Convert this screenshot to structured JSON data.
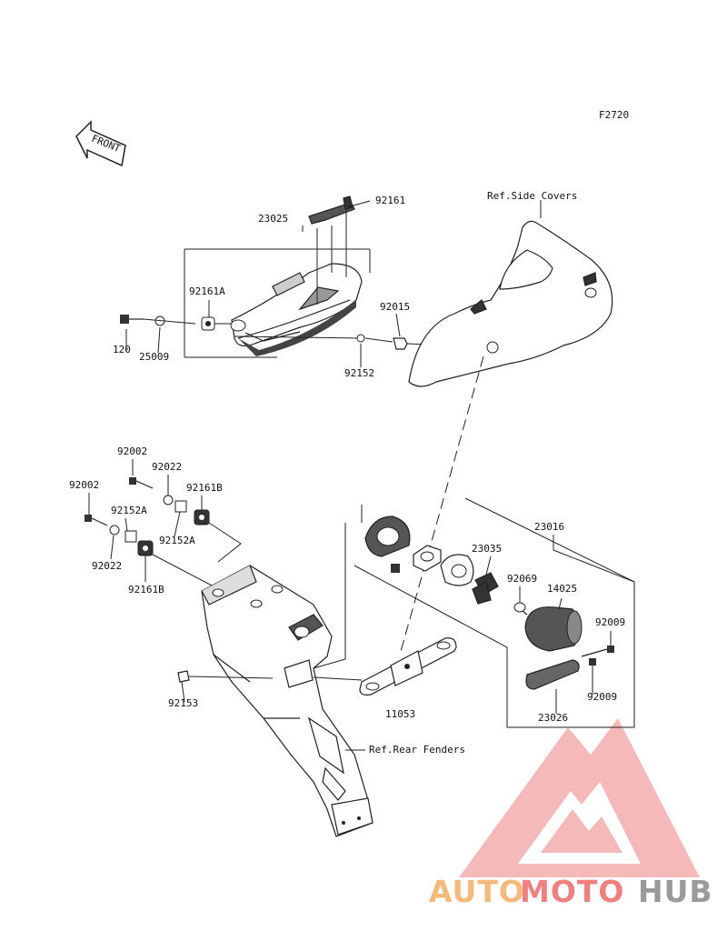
{
  "figure_code": "F2720",
  "front_label": "FRONT",
  "refs": {
    "side_covers": "Ref.Side Covers",
    "rear_fenders": "Ref.Rear Fenders"
  },
  "parts": {
    "p92161": "92161",
    "p23025": "23025",
    "p92161A": "92161A",
    "p120": "120",
    "p25009": "25009",
    "p92015": "92015",
    "p92152": "92152",
    "p92002_a": "92002",
    "p92022_a": "92022",
    "p92161B_a": "92161B",
    "p92002_b": "92002",
    "p92152A_a": "92152A",
    "p92152A_b": "92152A",
    "p92022_b": "92022",
    "p92161B_b": "92161B",
    "p23016": "23016",
    "p23035": "23035",
    "p92069": "92069",
    "p14025": "14025",
    "p92009_a": "92009",
    "p92009_b": "92009",
    "p23026": "23026",
    "p11053": "11053",
    "p92153": "92153"
  },
  "watermark": {
    "part1": "AUTO",
    "part2": "MOTO",
    "part3": "HUB",
    "color1": "#f5b97a",
    "color2": "#f08080",
    "color3": "#9a9a9a"
  }
}
